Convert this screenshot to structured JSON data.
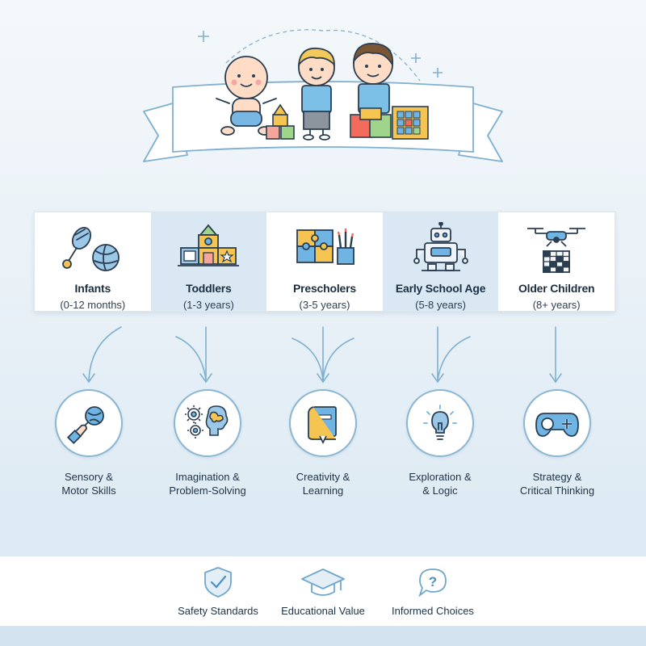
{
  "age_groups": [
    {
      "name": "Infants",
      "range": "(0-12 months)"
    },
    {
      "name": "Toddlers",
      "range": "(1-3 years)"
    },
    {
      "name": "Prescholers",
      "range": "(3-5 years)"
    },
    {
      "name": "Early School Age",
      "range": "(5-8 years)"
    },
    {
      "name": "Older Children",
      "range": "(8+ years)"
    }
  ],
  "skills": [
    {
      "line1": "Sensory &",
      "line2": "Motor Skills"
    },
    {
      "line1": "Imagination &",
      "line2": "Problem-Solving"
    },
    {
      "line1": "Creativity &",
      "line2": "Learning"
    },
    {
      "line1": "Exploration &",
      "line2": "& Logic"
    },
    {
      "line1": "Strategy &",
      "line2": "Critical Thinking"
    }
  ],
  "footer": {
    "safety": "Safety Standards",
    "educational": "Educational Value",
    "informed": "Informed Choices"
  },
  "colors": {
    "accent": "#4a90c2",
    "line": "#7fb0d0",
    "shade": "#d9e8f3",
    "outline": "#2a3e52"
  },
  "icons": {
    "hero": [
      "baby-icon",
      "toddler-boy-icon",
      "older-boy-icon",
      "blocks-icon",
      "puzzle-icon"
    ],
    "age": [
      "rattle-ball-icon",
      "blocks-icon",
      "puzzle-crayons-icon",
      "robot-icon",
      "drone-icon"
    ],
    "skills": [
      "rattle-hand-icon",
      "brain-gears-icon",
      "book-icon",
      "lightbulb-icon",
      "gamepad-icon"
    ],
    "footer": [
      "shield-check-icon",
      "graduation-cap-icon",
      "question-bubble-icon"
    ]
  }
}
